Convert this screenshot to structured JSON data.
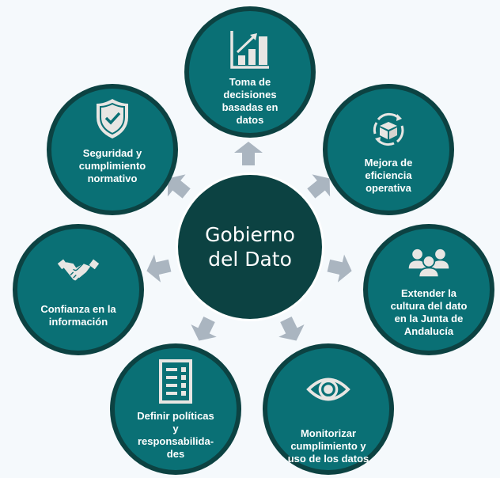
{
  "center": {
    "title": "Gobierno\ndel Dato",
    "color": "#0c4242"
  },
  "colors": {
    "node_fill": "#0a7075",
    "node_border": "#0c4242",
    "arrow": "#aab5c0",
    "icon": "#e8e6e3",
    "background": "#f5f9fc"
  },
  "nodes": [
    {
      "id": "top",
      "label": "Toma de\ndecisiones\nbasadas en\ndatos",
      "icon": "bar-chart-growth-icon"
    },
    {
      "id": "upper-right",
      "label": "Mejora de\neficiencia\noperativa",
      "icon": "box-cycle-icon"
    },
    {
      "id": "right",
      "label": "Extender la\ncultura del dato\nen la Junta de\nAndalucía",
      "icon": "people-group-icon"
    },
    {
      "id": "lower-right",
      "label": "Monitorizar\ncumplimiento y\nuso de los datos",
      "icon": "eye-icon"
    },
    {
      "id": "lower-left",
      "label": "Definir políticas\ny\nresponsabilida-\ndes",
      "icon": "checklist-icon"
    },
    {
      "id": "left",
      "label": "Confianza en la\ninformación",
      "icon": "handshake-icon"
    },
    {
      "id": "upper-left",
      "label": "Seguridad y\ncumplimiento\nnormativo",
      "icon": "shield-check-icon"
    }
  ]
}
